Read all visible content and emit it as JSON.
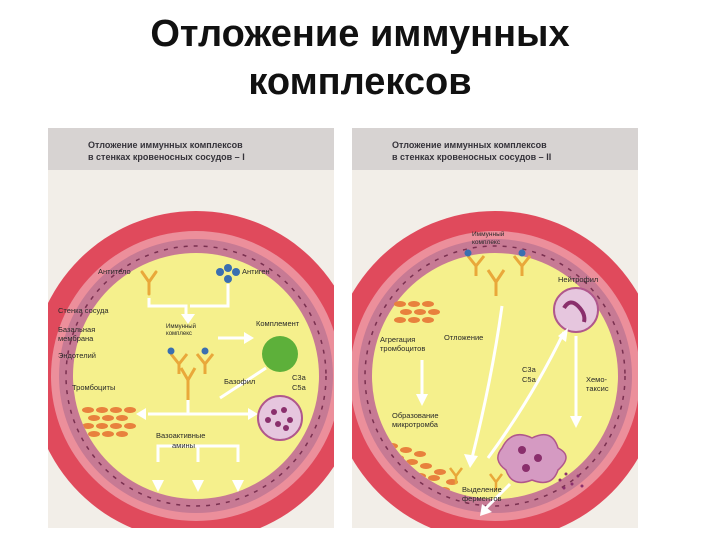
{
  "title": {
    "line1": "Отложение иммунных",
    "line2": "комплексов"
  },
  "panel1": {
    "header_line1": "Отложение иммунных комплексов",
    "header_line2": "в стенках кровеносных сосудов – I",
    "labels": {
      "antibody": "Антитело",
      "antigen": "Антиген",
      "vessel_wall": "Стенка сосуда",
      "basal_membrane_1": "Базальная",
      "basal_membrane_2": "мембрана",
      "endothelium": "Эндотелий",
      "immune_complex_1": "Иммунный",
      "immune_complex_2": "комплекс",
      "complement": "Комплемент",
      "c3a": "C3a",
      "c5a": "C5a",
      "basophil": "Базофил",
      "platelets": "Тромбоциты",
      "vasoactive_1": "Вазоактивные",
      "vasoactive_2": "амины"
    }
  },
  "panel2": {
    "header_line1": "Отложение иммунных комплексов",
    "header_line2": "в стенках кровеносных сосудов – II",
    "labels": {
      "immune_complex_1": "Иммунный",
      "immune_complex_2": "комплекс",
      "neutrophil": "Нейтрофил",
      "deposition": "Отложение",
      "aggregation_1": "Агрегация",
      "aggregation_2": "тромбоцитов",
      "c3a": "C3a",
      "c5a": "C5a",
      "chemotaxis_1": "Хемо-",
      "chemotaxis_2": "таксис",
      "microthrombus_1": "Образование",
      "microthrombus_2": "микротромба",
      "enzymes_1": "Выделение",
      "enzymes_2": "ферментов"
    }
  },
  "colors": {
    "outer_ring": "#e04a5c",
    "wall_band": "#c77a94",
    "interior": "#f5f08c",
    "complement_sphere": "#5db03a",
    "antibody": "#e9a83a",
    "antigen": "#3a6fb0",
    "platelets": "#e8813d",
    "cells": "#b0578c"
  }
}
